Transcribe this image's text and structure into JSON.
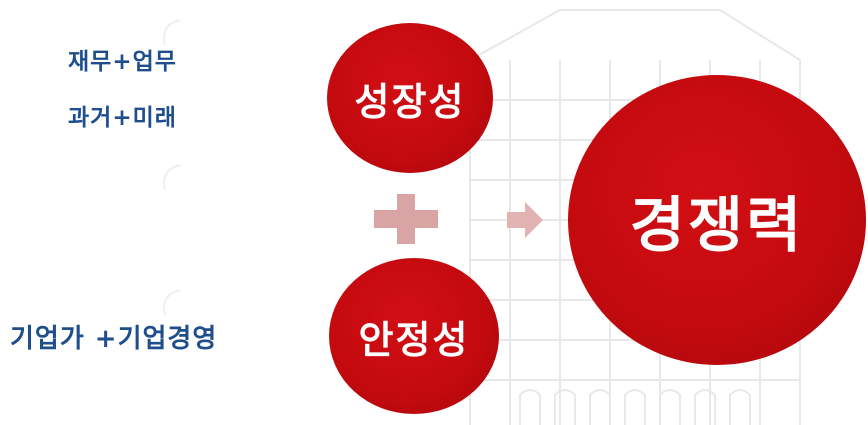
{
  "labels": {
    "top_line_1": "재무+업무",
    "top_line_2": "과거+미래",
    "bottom_line": "기업가 +기업경영"
  },
  "circles": {
    "growth": "성장성",
    "stability": "안정성",
    "competitiveness": "경쟁력"
  },
  "icons": {
    "plus": "plus-icon",
    "arrow": "arrow-right-icon"
  },
  "colors": {
    "circle_red": "#c40a0f",
    "label_blue": "#1f4e8c",
    "plus_pink": "#d9a4a4",
    "arrow_pink": "#e3b3b3"
  }
}
